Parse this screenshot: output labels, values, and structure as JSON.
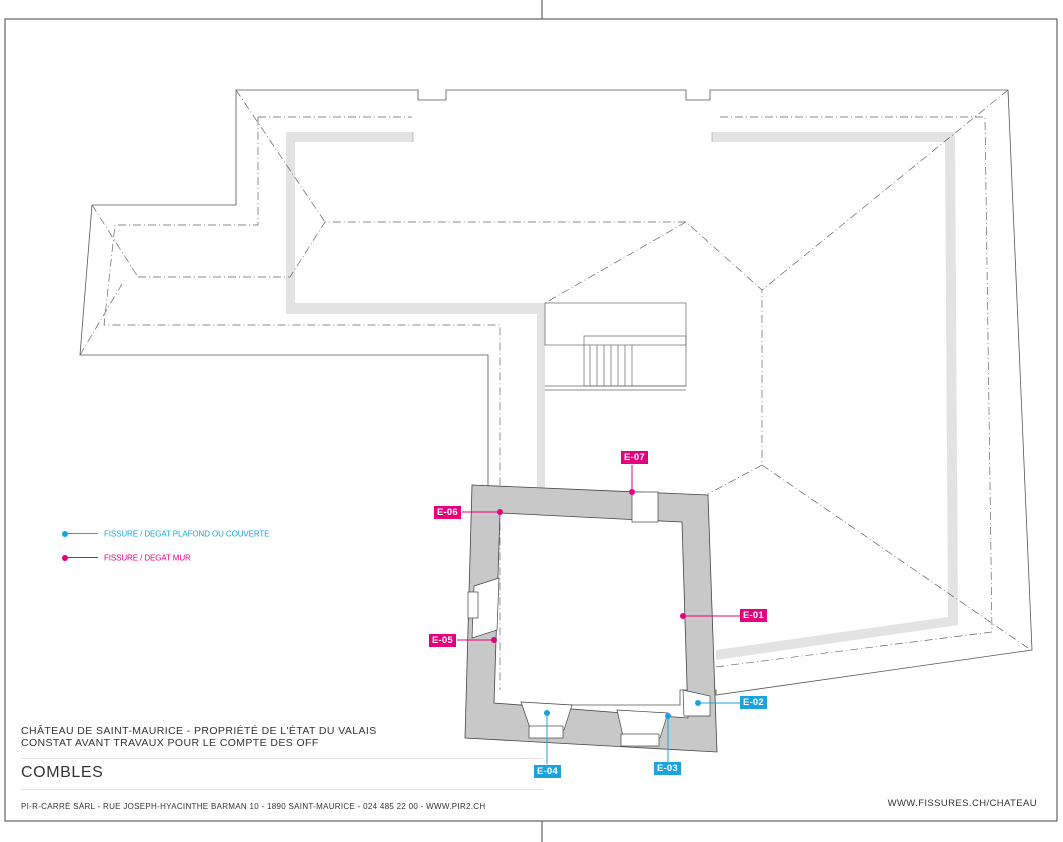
{
  "legend": [
    {
      "label": "FISSURE / DEGAT PLAFOND OU COUVERTE",
      "color": "#1aa3dc"
    },
    {
      "label": "FISSURE / DEGAT MUR",
      "color": "#e5007e"
    }
  ],
  "markers": [
    {
      "id": "E-01",
      "type": "mur"
    },
    {
      "id": "E-02",
      "type": "plafond"
    },
    {
      "id": "E-03",
      "type": "plafond"
    },
    {
      "id": "E-04",
      "type": "plafond"
    },
    {
      "id": "E-05",
      "type": "mur"
    },
    {
      "id": "E-06",
      "type": "mur"
    },
    {
      "id": "E-07",
      "type": "mur"
    }
  ],
  "title_block": {
    "line1": "CHÂTEAU DE SAINT-MAURICE - PROPRIÉTÉ DE L'ÉTAT DU VALAIS",
    "line2": "CONSTAT AVANT TRAVAUX POUR LE COMPTE DES OFF",
    "drawing_title": "COMBLES",
    "footer_left": "PI-R-CARRÉ SÀRL - RUE JOSEPH-HYACINTHE BARMAN 10 - 1890 SAINT-MAURICE - 024 485 22 00 - WWW.PIR2.CH",
    "footer_right": "WWW.FISSURES.CH/CHATEAU"
  },
  "colors": {
    "wall_fill": "#c8c8c8",
    "roof_band": "#e3e3e3",
    "line": "#555555",
    "mur": "#e5007e",
    "plafond": "#1aa3dc"
  }
}
